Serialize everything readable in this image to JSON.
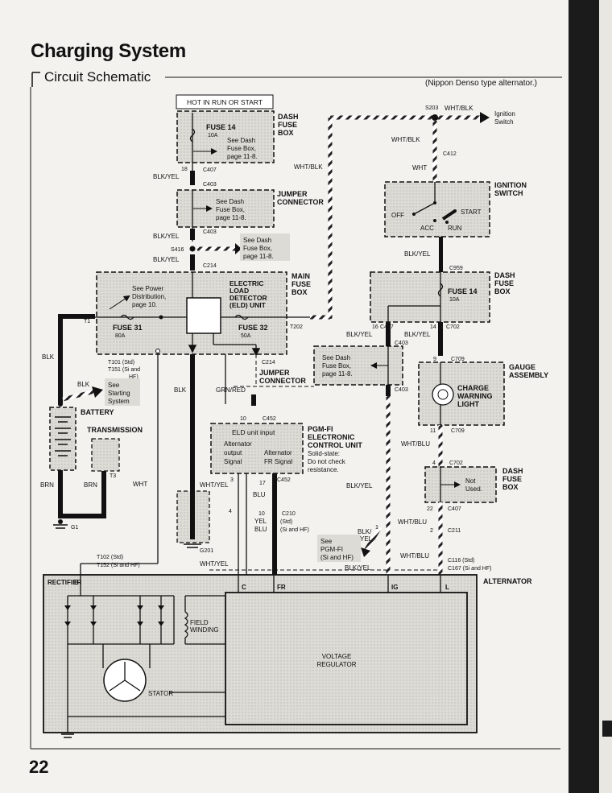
{
  "header": {
    "title": "Charging System",
    "subtitle": "Circuit Schematic",
    "note": "(Nippon Denso type alternator.)"
  },
  "page_number": "22",
  "boxes": {
    "hot_label": "HOT IN RUN OR START",
    "dash_fuse_top": [
      "DASH",
      "FUSE",
      "BOX"
    ],
    "fuse14_top": [
      "FUSE 14",
      "10A"
    ],
    "see_dash_1": [
      "See Dash",
      "Fuse Box,",
      "page 11-8."
    ],
    "jumper_connector": [
      "JUMPER",
      "CONNECTOR"
    ],
    "see_dash_2": [
      "See Dash",
      "Fuse Box,",
      "page  11-8."
    ],
    "see_dash_3": [
      "See Dash",
      "Fuse Box,",
      "page 11-8."
    ],
    "main_fuse": [
      "MAIN",
      "FUSE",
      "BOX"
    ],
    "see_power": [
      "See Power",
      "Distribution,",
      "page 10."
    ],
    "eld_unit": [
      "ELECTRIC",
      "LOAD",
      "DETECTOR",
      "(ELD) UNIT"
    ],
    "fuse31": [
      "FUSE 31",
      "80A"
    ],
    "fuse32": [
      "FUSE 32",
      "50A"
    ],
    "jumper_connector_2": [
      "JUMPER",
      "CONNECTOR"
    ],
    "see_starting": [
      "See",
      "Starting",
      "System"
    ],
    "battery": "BATTERY",
    "transmission": "TRANSMISSION",
    "pgmfi_box": [
      "ELD unit input",
      "Alternator",
      "output",
      "Signal",
      "Alternator",
      "FR Signal"
    ],
    "pgmfi_label": [
      "PGM-FI",
      "ELECTRONIC",
      "CONTROL UNIT",
      "Solid-state:",
      "Do not check",
      "resistance."
    ],
    "see_pgmfi": [
      "See",
      "PGM-FI",
      "(Si and HF)"
    ],
    "ignition_switch_label": [
      "IGNITION",
      "SWITCH"
    ],
    "ign_positions": {
      "off": "OFF",
      "acc": "ACC",
      "run": "RUN",
      "start": "START"
    },
    "dash_fuse_right": [
      "DASH",
      "FUSE",
      "BOX"
    ],
    "fuse14_right": [
      "FUSE 14",
      "10A"
    ],
    "see_dash_right": [
      "See Dash",
      "Fuse Box,",
      "page  11-8."
    ],
    "gauge_label": [
      "GAUGE",
      "ASSEMBLY"
    ],
    "charge_light": [
      "CHARGE",
      "WARNING",
      "LIGHT"
    ],
    "not_used": [
      "Not",
      "Used."
    ],
    "dash_fuse_lower": [
      "DASH",
      "FUSE",
      "BOX"
    ],
    "ignition_ref": [
      "Ignition",
      "Switch"
    ],
    "alternator": "ALTERNATOR",
    "rectifier": "RECTIFIER",
    "field_winding": [
      "FIELD",
      "WINDING"
    ],
    "stator": "STATOR",
    "voltage_regulator": [
      "VOLTAGE",
      "REGULATOR"
    ],
    "terminals": {
      "b": "B",
      "c": "C",
      "fr": "FR",
      "ig": "IG",
      "l": "L"
    }
  },
  "wires": {
    "blk_yel": "BLK/YEL",
    "wht_blk": "WHT/BLK",
    "blk": "BLK",
    "brn": "BRN",
    "wht": "WHT",
    "grn_red": "GRN/RED",
    "wht_yel": "WHT/YEL",
    "blu": "BLU",
    "yel": "YEL",
    "wht_blu": "WHT/BLU",
    "blk_yel_split": [
      "BLK/",
      "YEL"
    ]
  },
  "connectors": {
    "c407": "C407",
    "c403": "C403",
    "s416": "S416",
    "c214": "C214",
    "t202": "T202",
    "t1": "T1",
    "t101": [
      "T101 (Std)",
      "T151 (Si and",
      "HF)"
    ],
    "c452": "C452",
    "c210": "C210",
    "c210_sub": [
      "(Std)",
      "(Si and HF)"
    ],
    "g201": "G201",
    "g1": "G1",
    "t3": "T3",
    "t102": [
      "T102 (Std)",
      "T152 (Si and HF)"
    ],
    "s203": "S203",
    "c412": "C412",
    "c959": "C959",
    "c709": "C709",
    "c702": "C702",
    "c211": "C211",
    "c116": [
      "C116 (Std)",
      "C167 (Si and HF)"
    ]
  },
  "pins": {
    "p18": "18",
    "p16": "16",
    "p14": "14",
    "p9": "9",
    "p11": "11",
    "p4": "4",
    "p22": "22",
    "p2": "2",
    "p1": "1",
    "p10": "10",
    "p3": "3",
    "p17": "17",
    "p4b": "4",
    "p10b": "10"
  }
}
